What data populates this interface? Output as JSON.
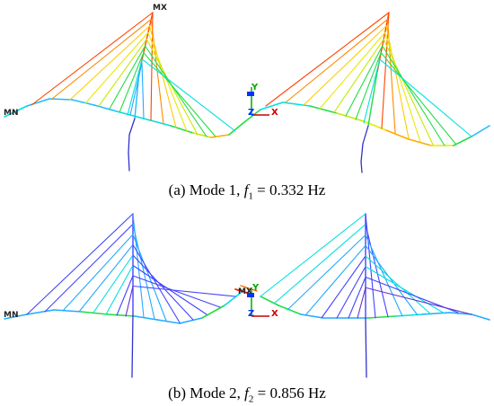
{
  "panels": [
    {
      "id": "mode1",
      "caption": {
        "prefix": "(a) Mode 1, ",
        "symbol": "f",
        "sub": "1",
        "value": " = 0.332 Hz"
      },
      "labels": {
        "max": "MX",
        "min": "MN"
      },
      "triad": {
        "y": "Y",
        "z": "Z",
        "x": "X"
      }
    },
    {
      "id": "mode2",
      "caption": {
        "prefix": "(b) Mode 2, ",
        "symbol": "f",
        "sub": "2",
        "value": " = 0.856 Hz"
      },
      "labels": {
        "max": "MX",
        "min": "MN"
      },
      "triad": {
        "y": "Y",
        "z": "Z",
        "x": "X"
      }
    }
  ],
  "colors": {
    "red": "#ff0000",
    "orange": "#ff8800",
    "yellow": "#e8e800",
    "green": "#22dd44",
    "cyan": "#00e0e0",
    "lightblue": "#22aaff",
    "blue": "#4444ff",
    "purple": "#6633cc",
    "navy": "#2222aa"
  }
}
